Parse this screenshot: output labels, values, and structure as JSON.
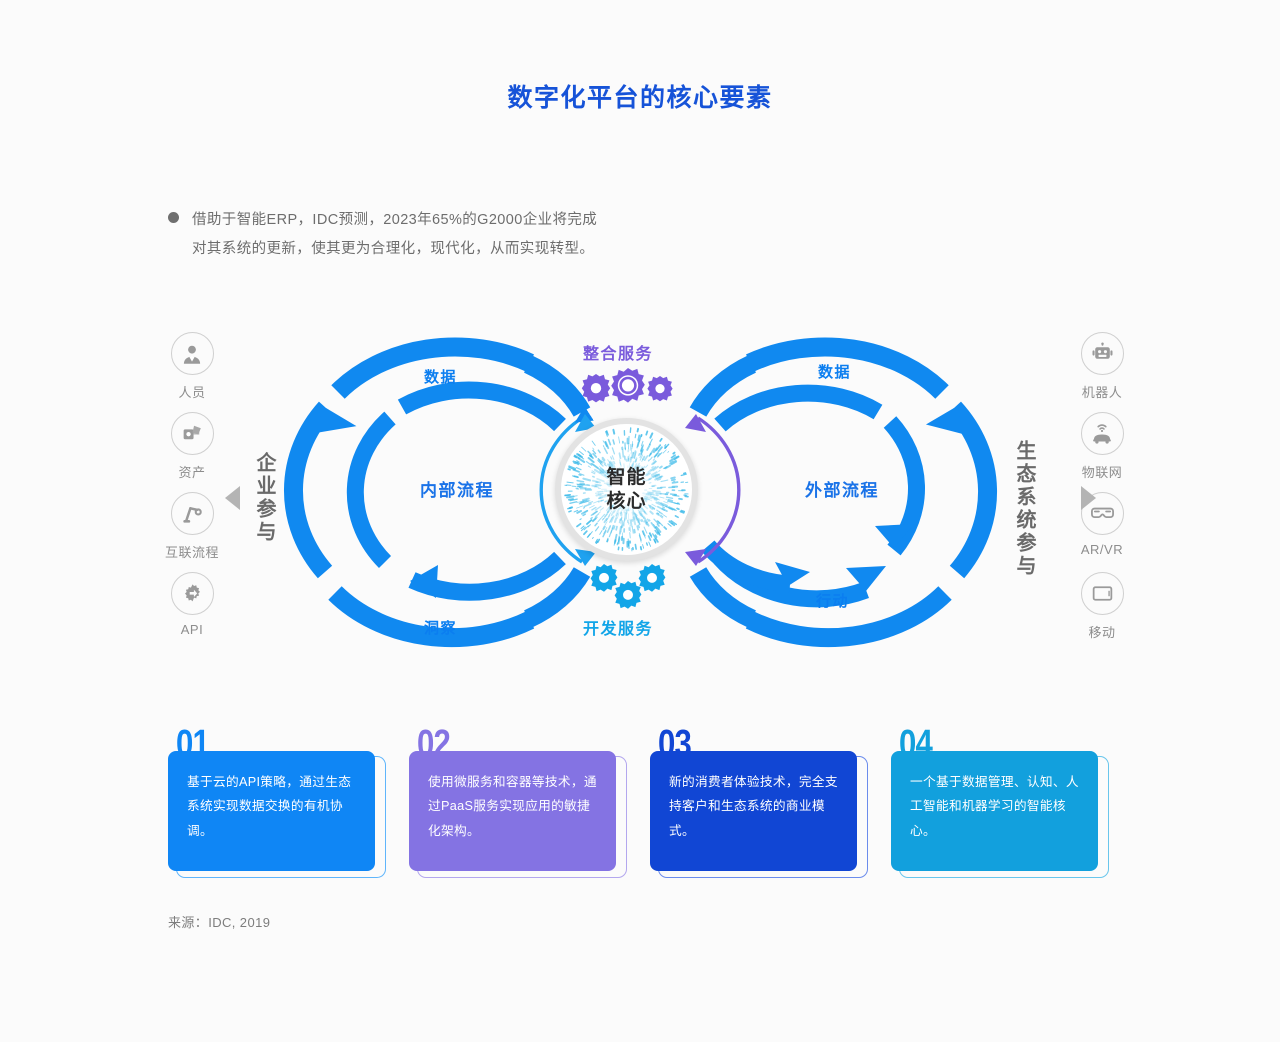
{
  "title": "数字化平台的核心要素",
  "title_color": "#1653d8",
  "bullet": {
    "line1": "借助于智能ERP，IDC预测，2023年65%的G2000企业将完成",
    "line2": "对其系统的更新，使其更为合理化，现代化，从而实现转型。"
  },
  "diagram": {
    "left_caption": "企业参与",
    "right_caption": "生态系统参与",
    "left_icons": [
      {
        "label": "人员",
        "icon": "person-icon"
      },
      {
        "label": "资产",
        "icon": "puzzle-asset-icon"
      },
      {
        "label": "互联流程",
        "icon": "robot-arm-icon"
      },
      {
        "label": "API",
        "icon": "gear-api-icon"
      }
    ],
    "right_icons": [
      {
        "label": "机器人",
        "icon": "robot-icon"
      },
      {
        "label": "物联网",
        "icon": "connected-car-icon"
      },
      {
        "label": "AR/VR",
        "icon": "vr-glasses-icon"
      },
      {
        "label": "移动",
        "icon": "tablet-icon"
      }
    ],
    "loop_left": {
      "top": "数据",
      "center": "内部流程",
      "bottom": "洞察"
    },
    "loop_right": {
      "top": "数据",
      "center": "外部流程",
      "bottom": "行动"
    },
    "center": {
      "core_line1": "智能",
      "core_line2": "核心",
      "top_service": "整合服务",
      "bottom_service": "开发服务",
      "top_service_color": "#7a5bdc",
      "bottom_service_color": "#12a5e8"
    },
    "colors": {
      "arrow_blue": "#1089f0",
      "loop_blue": "#1a73e8",
      "purple": "#7a5bdc",
      "cyan": "#12a5e8"
    }
  },
  "cards": [
    {
      "number": "01",
      "text": "基于云的API策略，通过生态系统实现数据交换的有机协调。",
      "fill": "#0f86f5",
      "outline": "#5fb5fb",
      "num_color": "#0f86f5"
    },
    {
      "number": "02",
      "text": "使用微服务和容器等技术，通过PaaS服务实现应用的敏捷化架构。",
      "fill": "#8473e3",
      "outline": "#b3a7ee",
      "num_color": "#8473e3"
    },
    {
      "number": "03",
      "text": "新的消费者体验技术，完全支持客户和生态系统的商业模式。",
      "fill": "#1146d4",
      "outline": "#6b8cec",
      "num_color": "#1146d4"
    },
    {
      "number": "04",
      "text": "一个基于数据管理、认知、人工智能和机器学习的智能核心。",
      "fill": "#12a0dd",
      "outline": "#69c6ec",
      "num_color": "#12a0dd"
    }
  ],
  "source": "来源：IDC, 2019"
}
